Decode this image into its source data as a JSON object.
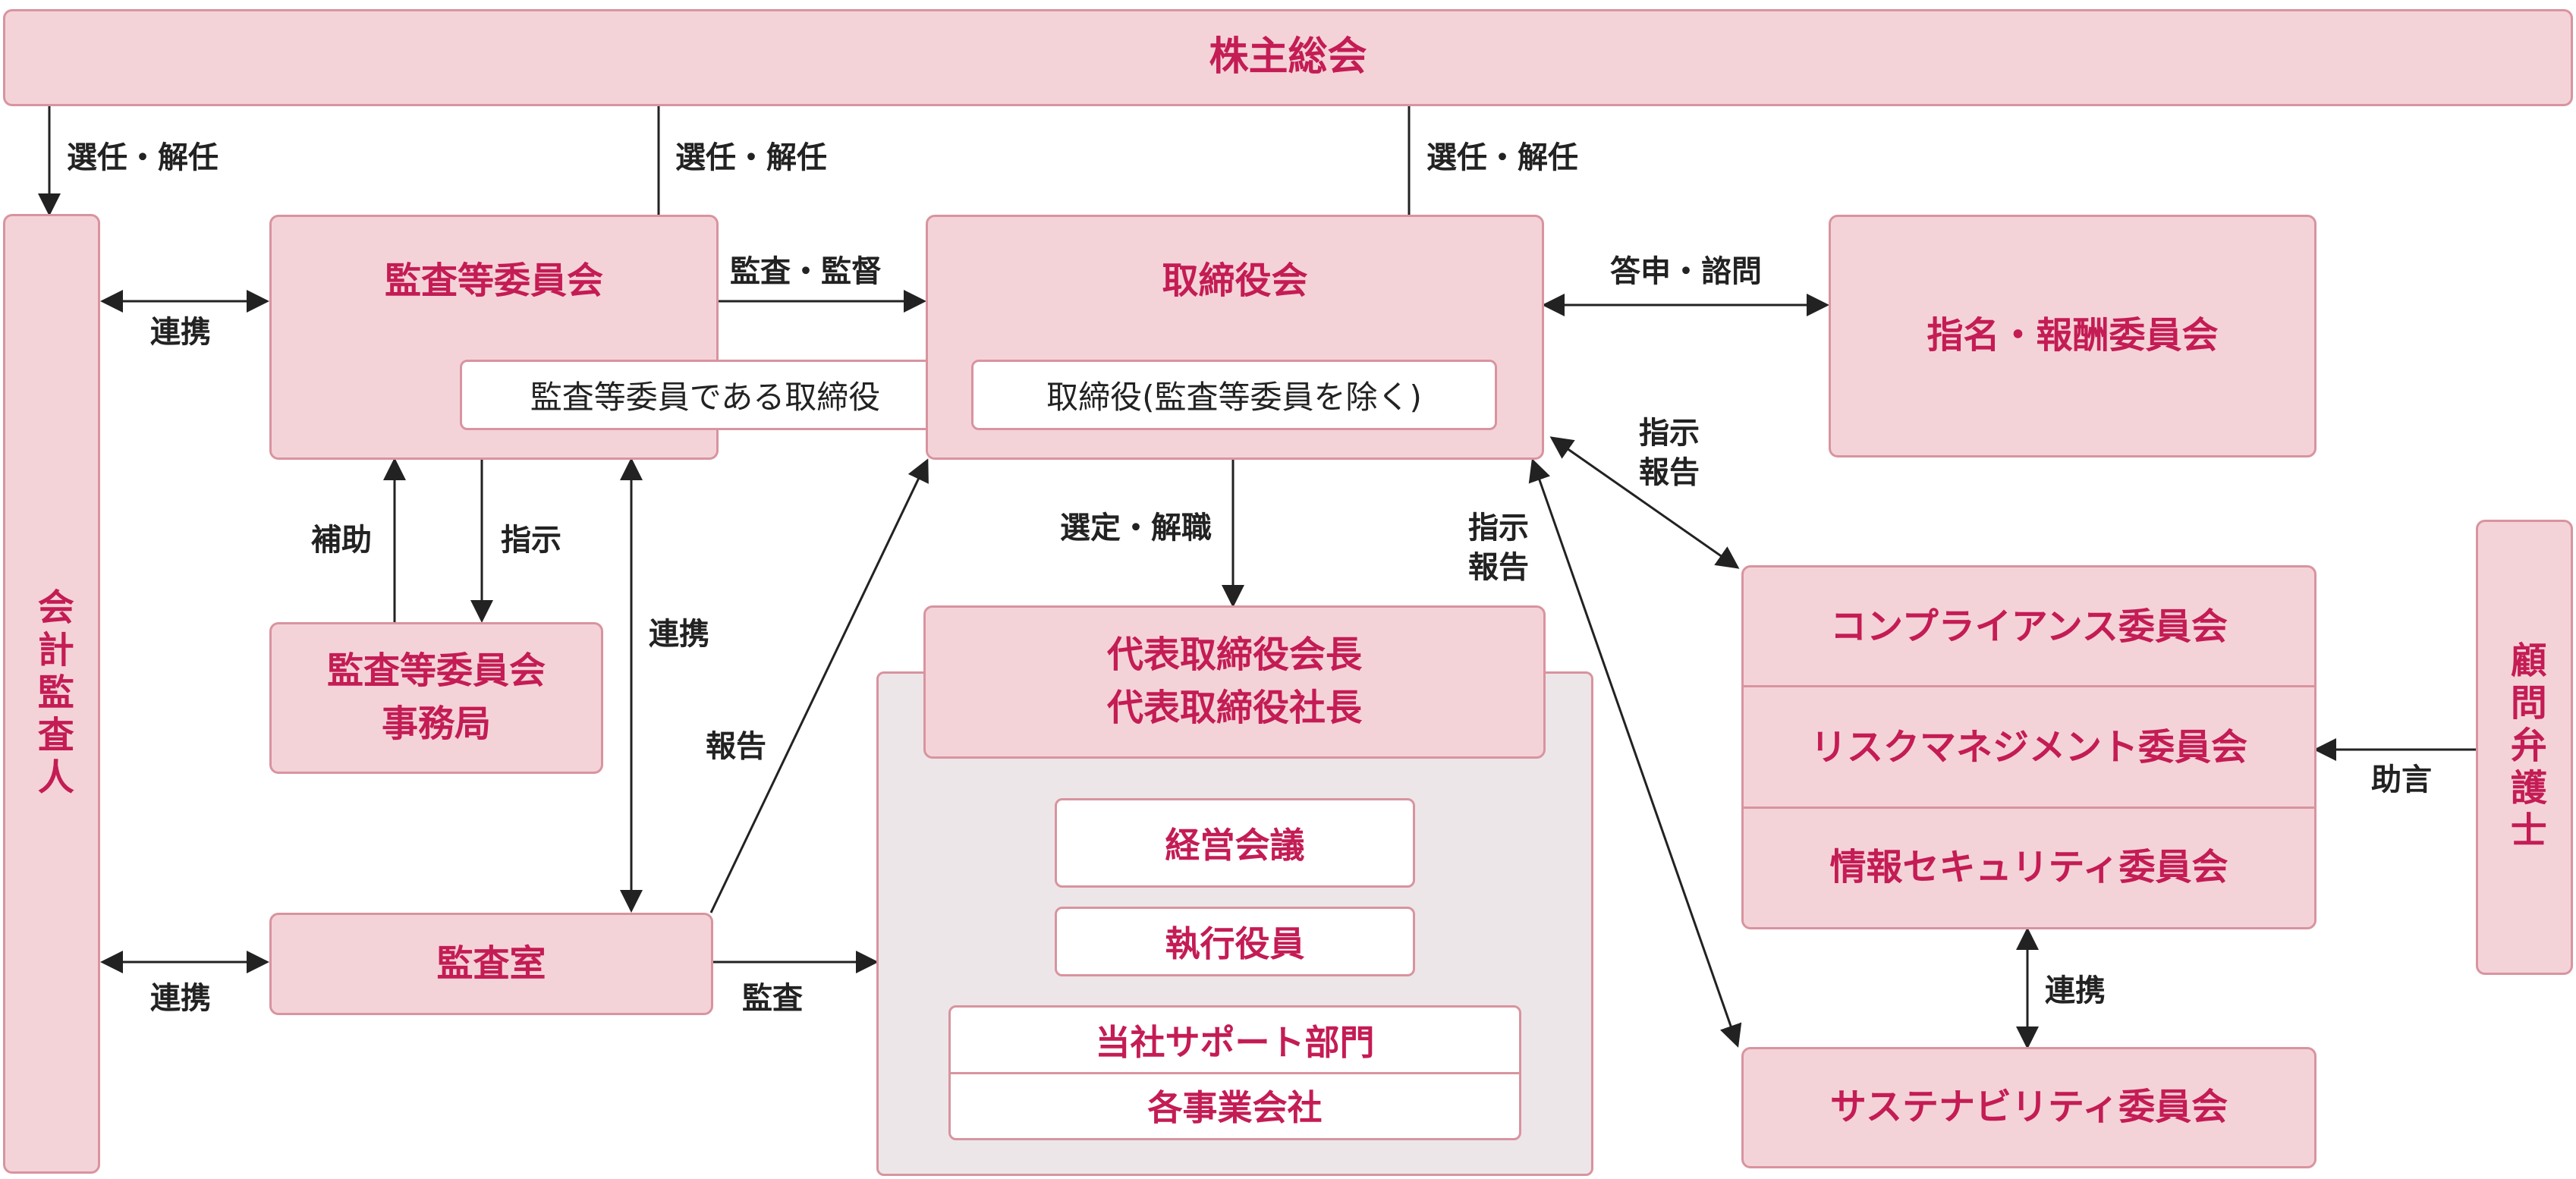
{
  "nodes": {
    "shareholders": "株主総会",
    "auditor": "会計監査人",
    "audit_committee": "監査等委員会",
    "audit_committee_director": "監査等委員である取締役",
    "board": "取締役会",
    "board_directors": "取締役(監査等委員を除く)",
    "nomination": "指名・報酬委員会",
    "audit_office_secretariat_1": "監査等委員会",
    "audit_office_secretariat_2": "事務局",
    "audit_room": "監査室",
    "ceo_1": "代表取締役会長",
    "ceo_2": "代表取締役社長",
    "management_meeting": "経営会議",
    "executive_officers": "執行役員",
    "support_dept": "当社サポート部門",
    "group_companies": "各事業会社",
    "compliance": "コンプライアンス委員会",
    "risk": "リスクマネジメント委員会",
    "infosec": "情報セキュリティ委員会",
    "sustainability": "サステナビリティ委員会",
    "counsel": "顧問弁護士"
  },
  "labels": {
    "elect1": "選任・解任",
    "elect2": "選任・解任",
    "elect3": "選任・解任",
    "link_auditor_committee": "連携",
    "link_auditor_room": "連携",
    "audit_supervise": "監査・監督",
    "report_consult": "答申・諮問",
    "assist": "補助",
    "instruct": "指示",
    "link_vertical": "連携",
    "report": "報告",
    "select_dismiss": "選定・解職",
    "instruct_report_a_1": "指示",
    "instruct_report_a_2": "報告",
    "instruct_report_b_1": "指示",
    "instruct_report_b_2": "報告",
    "audit": "監査",
    "advice": "助言",
    "link_committees": "連携"
  },
  "colors": {
    "box_fill": "#f4d3d8",
    "box_border": "#d8949f",
    "accent_text": "#c41c55",
    "group_fill": "#ede6e8",
    "line": "#222222"
  }
}
